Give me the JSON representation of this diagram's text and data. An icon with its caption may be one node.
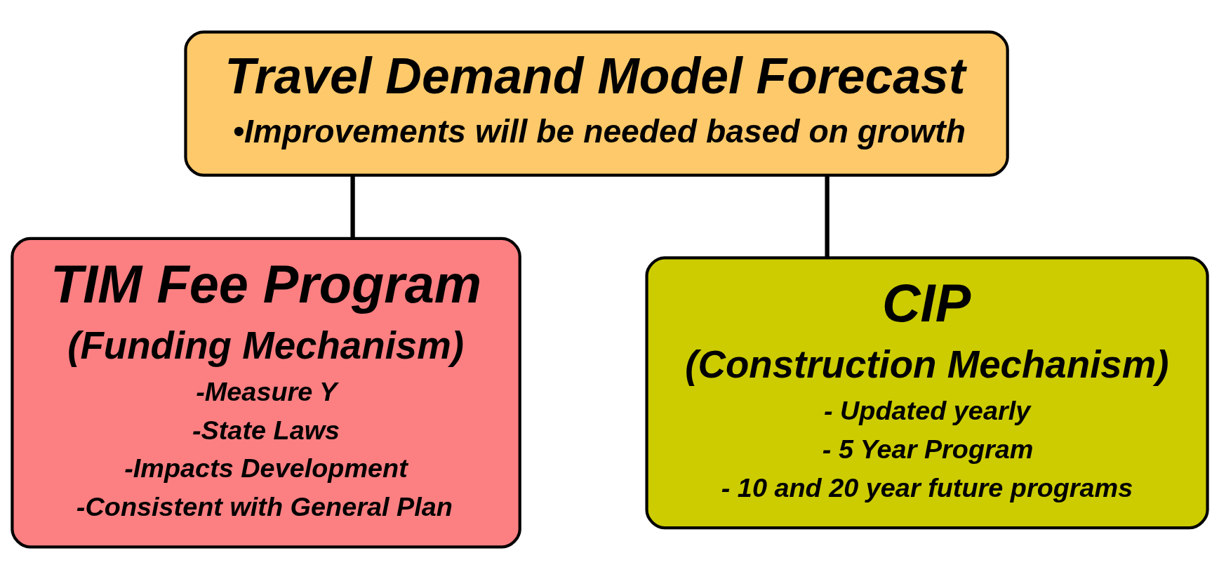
{
  "diagram": {
    "nodes": [
      {
        "text": [
          "Travel Demand Model Forecast",
          "•Improvements will be needed based on growth"
        ]
      },
      {
        "text": [
          "TIM Fee Program",
          "(Funding Mechanism)",
          "-Measure Y",
          "-State Laws",
          "-Impacts Development",
          "-Consistent with General Plan"
        ]
      },
      {
        "text": [
          "CIP",
          "(Construction Mechanism)",
          "- Updated yearly",
          "- 5 Year Program",
          "- 10 and 20 year future programs"
        ]
      }
    ],
    "edges": [
      {
        "from": 0,
        "to": 1,
        "arrow": "none"
      },
      {
        "from": 0,
        "to": 2,
        "arrow": "none"
      }
    ]
  }
}
